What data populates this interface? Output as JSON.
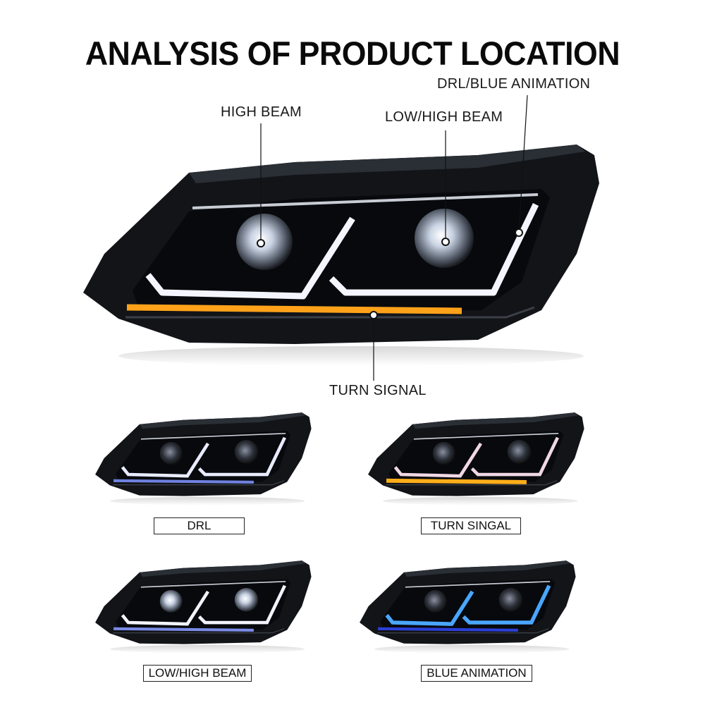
{
  "title": "ANALYSIS OF PRODUCT LOCATION",
  "callouts": {
    "high_beam": "HIGH BEAM",
    "low_high_beam": "LOW/HIGH BEAM",
    "drl_blue": "DRL/BLUE ANIMATION",
    "turn_signal": "TURN SIGNAL"
  },
  "modes": [
    {
      "label": "DRL",
      "drl_color": "#e8ecff",
      "turn_color": "#6f82e0"
    },
    {
      "label": "TURN SINGAL",
      "drl_color": "#f0d8e4",
      "turn_color": "#ffae1a"
    },
    {
      "label": "LOW/HIGH BEAM",
      "drl_color": "#f2f4ff",
      "turn_color": "#7a8ae6"
    },
    {
      "label": "BLUE ANIMATION",
      "drl_color": "#4aa6ff",
      "turn_color": "#2b3fd6"
    }
  ],
  "colors": {
    "amber": "#ffa21a",
    "housing": "#121418",
    "white_drl": "#f4f6ff"
  }
}
